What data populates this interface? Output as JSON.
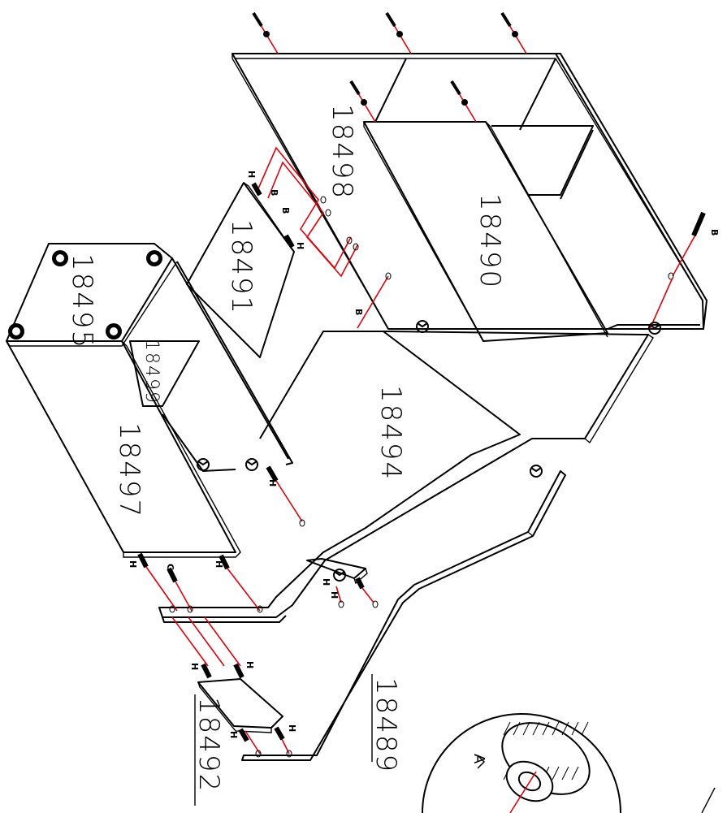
{
  "parts": {
    "p18490": "18490",
    "p18491": "18491",
    "p18492": "18492",
    "p18494": "18494",
    "p18495": "18495",
    "p18497": "18497",
    "p18498": "18498",
    "p18499": "18499",
    "p18489": "18489"
  },
  "hardware": {
    "B": "B",
    "H": "H",
    "C": "C",
    "A": "A"
  }
}
